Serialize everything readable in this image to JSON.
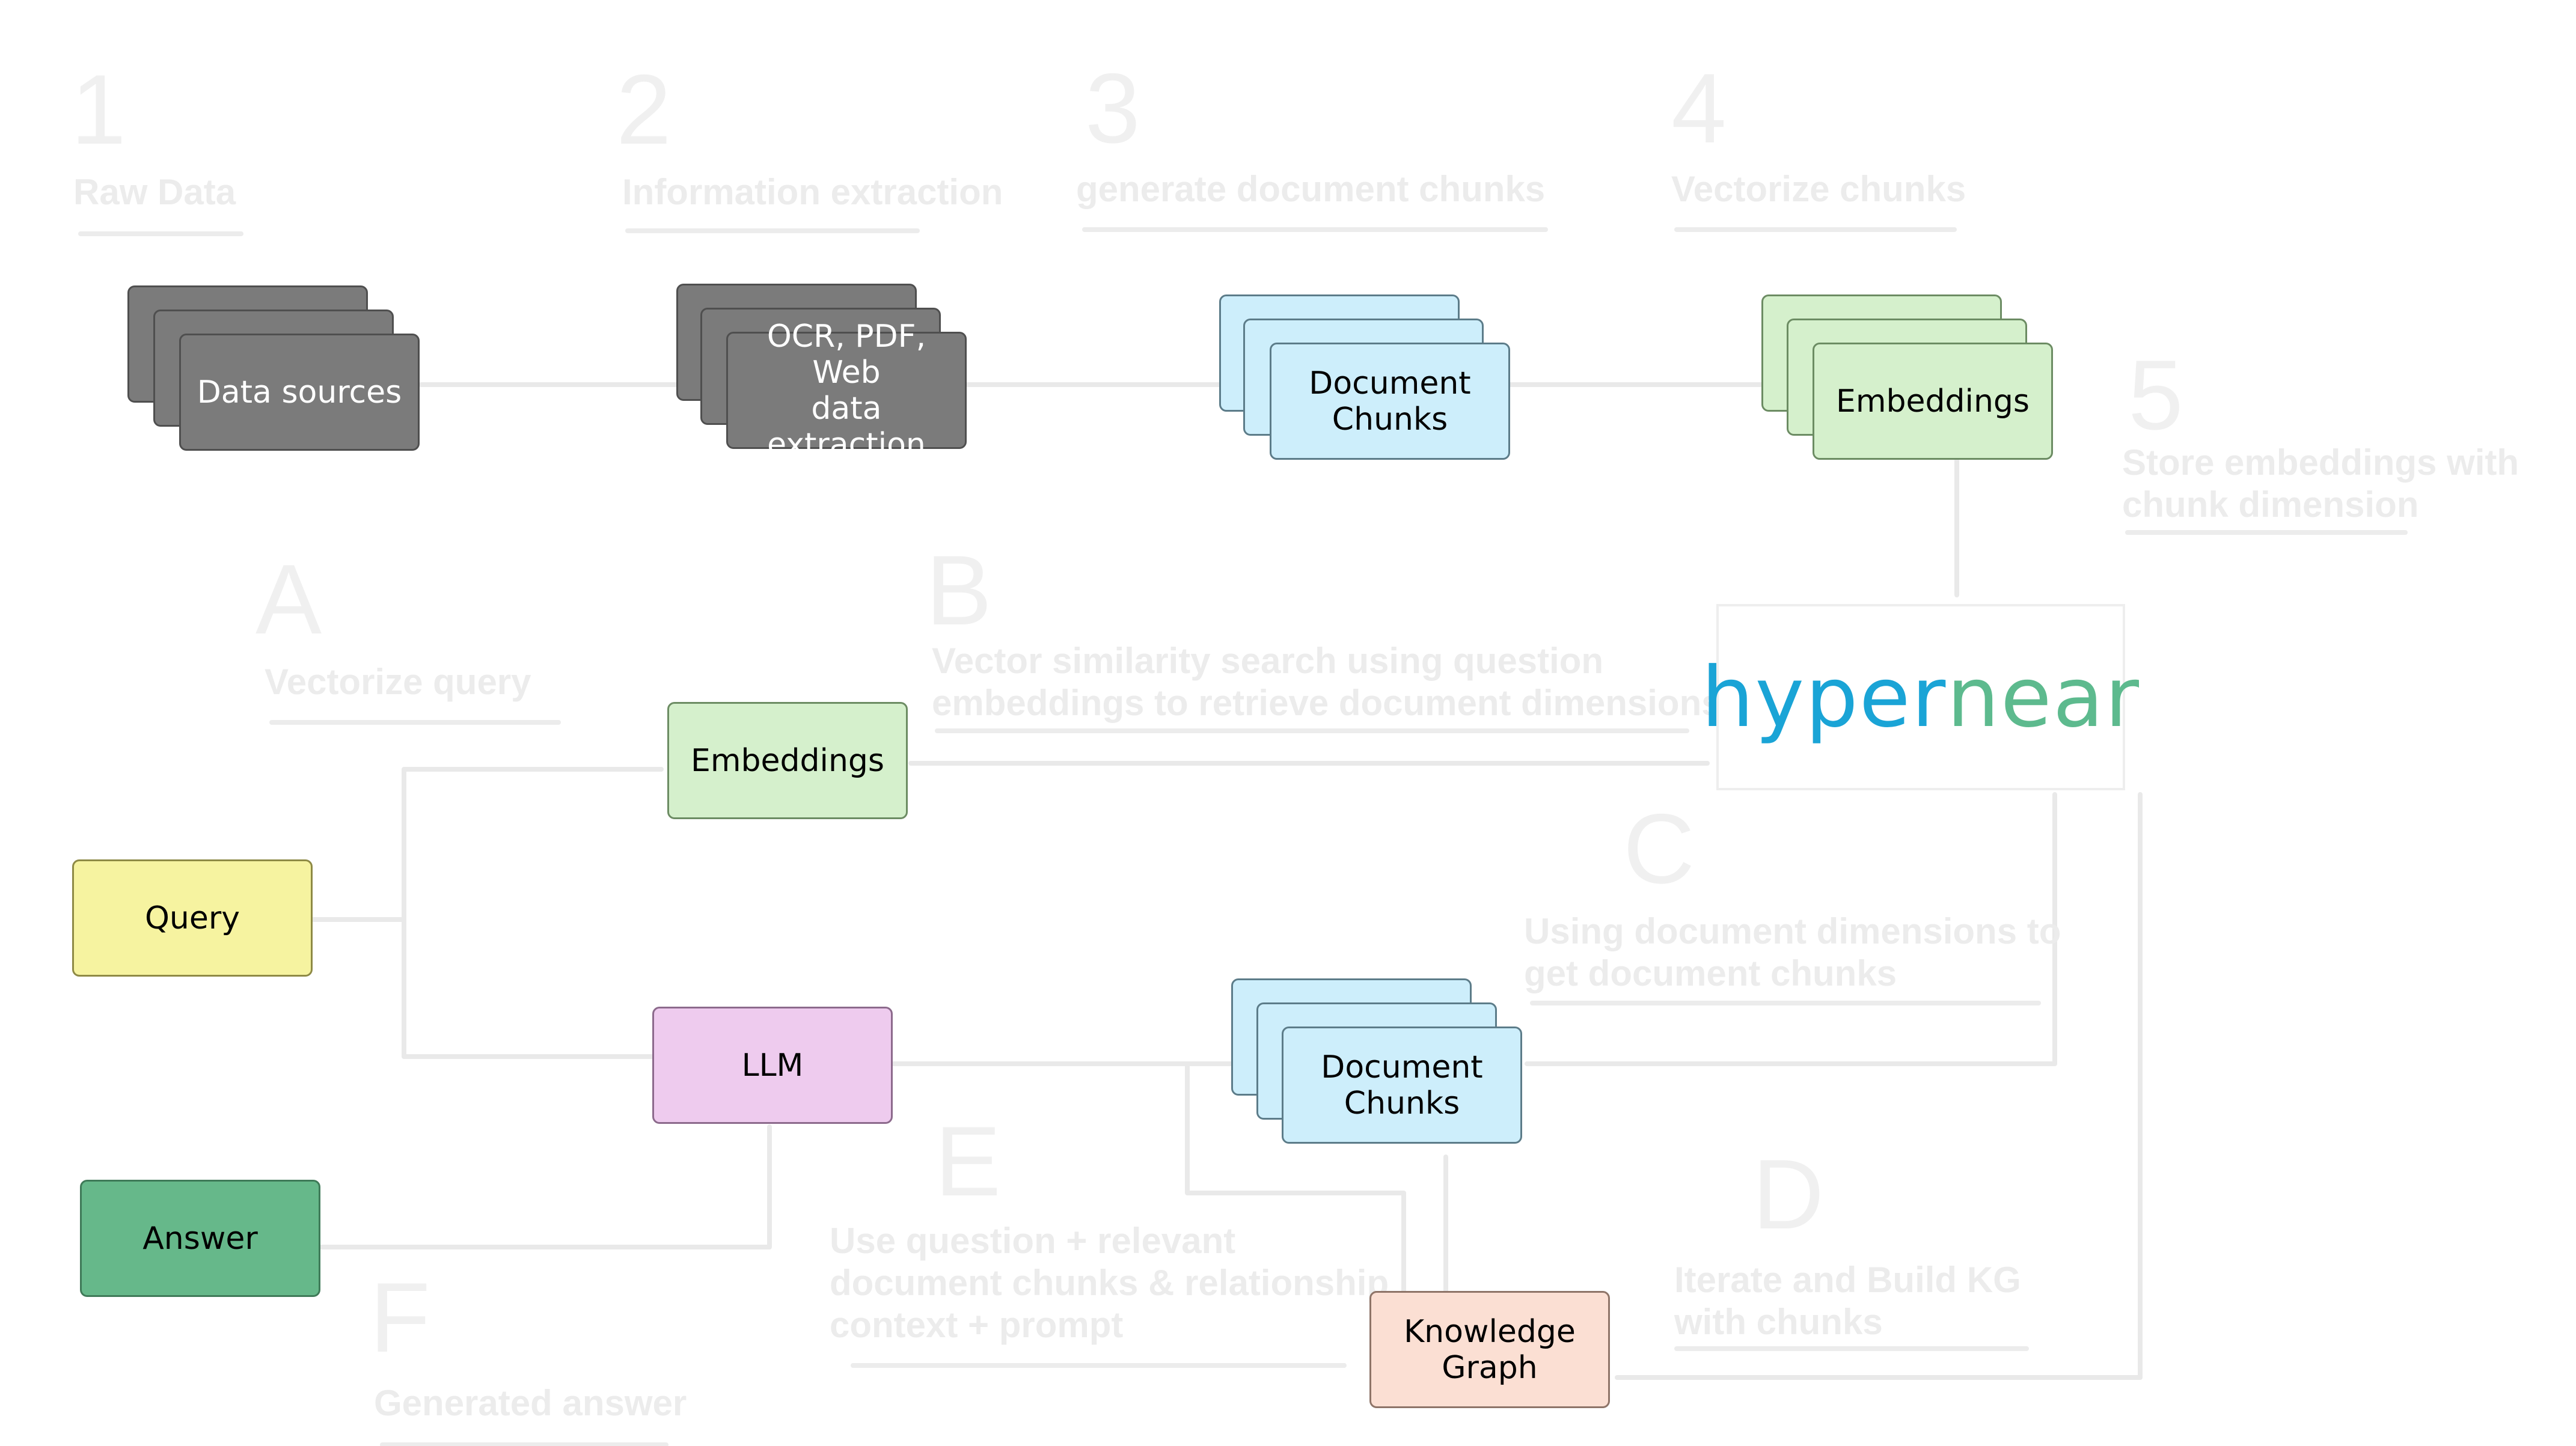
{
  "steps": [
    {
      "id": "1",
      "caption": [
        "Raw Data"
      ]
    },
    {
      "id": "2",
      "caption": [
        "Information extraction"
      ]
    },
    {
      "id": "3",
      "caption": [
        "generate document chunks"
      ]
    },
    {
      "id": "4",
      "caption": [
        "Vectorize chunks"
      ]
    },
    {
      "id": "5",
      "caption": [
        "Store embeddings with",
        "chunk dimension"
      ]
    },
    {
      "id": "A",
      "caption": [
        "Vectorize query"
      ]
    },
    {
      "id": "B",
      "caption": [
        "Vector similarity search using question",
        "embeddings to retrieve document dimensions"
      ]
    },
    {
      "id": "C",
      "caption": [
        "Using document dimensions to",
        "get document chunks"
      ]
    },
    {
      "id": "D",
      "caption": [
        "Iterate and Build KG",
        "with chunks"
      ]
    },
    {
      "id": "E",
      "caption": [
        "Use question + relevant",
        "document chunks & relationship",
        "context + prompt"
      ]
    },
    {
      "id": "F",
      "caption": [
        "Generated answer"
      ]
    }
  ],
  "nodes": {
    "data_sources": "Data sources",
    "extraction": "OCR, PDF, Web\ndata extraction",
    "doc_chunks_top": "Document\nChunks",
    "embeddings_top": "Embeddings",
    "embeddings_query": "Embeddings",
    "query": "Query",
    "llm": "LLM",
    "answer": "Answer",
    "doc_chunks_bottom": "Document\nChunks",
    "knowledge_graph": "Knowledge\nGraph"
  },
  "logo": {
    "part1": "hyper",
    "part2": "near"
  },
  "colors": {
    "gray": "#7b7b7b",
    "blue": "#cdeefb",
    "green": "#d5f0cc",
    "yellow": "#f6f3a0",
    "pink": "#eecbee",
    "dark_green": "#66b88a",
    "peach": "#fbdfd3",
    "logo_blue": "#1aa4d6",
    "logo_green": "#5dba8e",
    "faded_label": "#ececec"
  }
}
